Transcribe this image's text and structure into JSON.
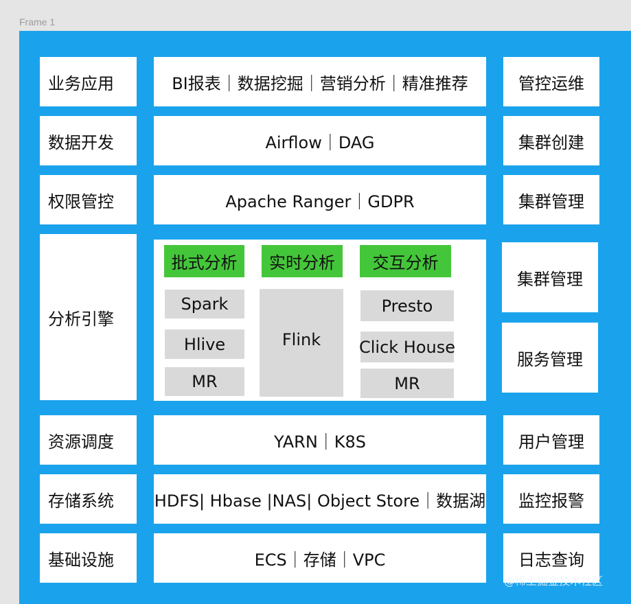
{
  "frame_label": "Frame 1",
  "left_layers": [
    "业务应用",
    "数据开发",
    "权限管控",
    "分析引擎",
    "资源调度",
    "存储系统",
    "基础设施"
  ],
  "center_rows": {
    "app": "BI报表｜数据挖掘｜营销分析｜精准推荐",
    "dev": "Airflow｜DAG",
    "auth": "Apache Ranger｜GDPR",
    "sched": "YARN｜K8S",
    "storage": "HDFS| Hbase |NAS| Object Store｜数据湖",
    "infra": "ECS｜存储｜VPC"
  },
  "engine": {
    "categories": [
      "批式分析",
      "实时分析",
      "交互分析"
    ],
    "batch": [
      "Spark",
      "Hlive",
      "MR"
    ],
    "realtime": "Flink",
    "interactive": [
      "Presto",
      "Click House",
      "MR"
    ]
  },
  "right_ops": [
    "管控运维",
    "集群创建",
    "集群管理",
    "集群管理",
    "服务管理",
    "用户管理",
    "监控报警",
    "日志查询"
  ],
  "watermark": "@稀土掘金技术社区"
}
